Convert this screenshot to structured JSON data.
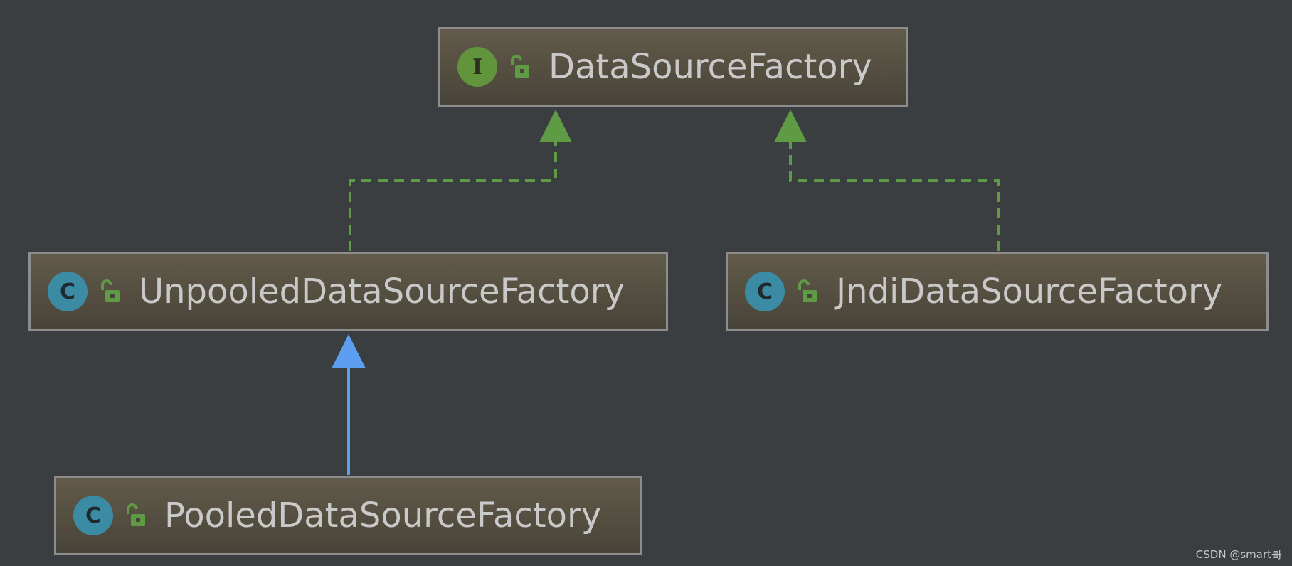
{
  "nodes": {
    "datasource_factory": {
      "kind": "interface",
      "badge": "I",
      "name": "DataSourceFactory"
    },
    "unpooled": {
      "kind": "class",
      "badge": "C",
      "name": "UnpooledDataSourceFactory"
    },
    "jndi": {
      "kind": "class",
      "badge": "C",
      "name": "JndiDataSourceFactory"
    },
    "pooled": {
      "kind": "class",
      "badge": "C",
      "name": "PooledDataSourceFactory"
    }
  },
  "edges": [
    {
      "from": "UnpooledDataSourceFactory",
      "to": "DataSourceFactory",
      "type": "implements",
      "style": "dashed",
      "color": "#5f9a45"
    },
    {
      "from": "JndiDataSourceFactory",
      "to": "DataSourceFactory",
      "type": "implements",
      "style": "dashed",
      "color": "#5f9a45"
    },
    {
      "from": "PooledDataSourceFactory",
      "to": "UnpooledDataSourceFactory",
      "type": "extends",
      "style": "solid",
      "color": "#5c9ff0"
    }
  ],
  "colors": {
    "background": "#3a3e41",
    "node_border": "#8d8d8d",
    "interface_badge": "#62933d",
    "class_badge": "#3b8ba5",
    "lock_icon": "#5f9a45",
    "label_text": "#c9c9c9"
  },
  "icons": [
    "interface-badge-icon",
    "class-badge-icon",
    "unlock-icon"
  ],
  "watermark": "CSDN @smart哥"
}
